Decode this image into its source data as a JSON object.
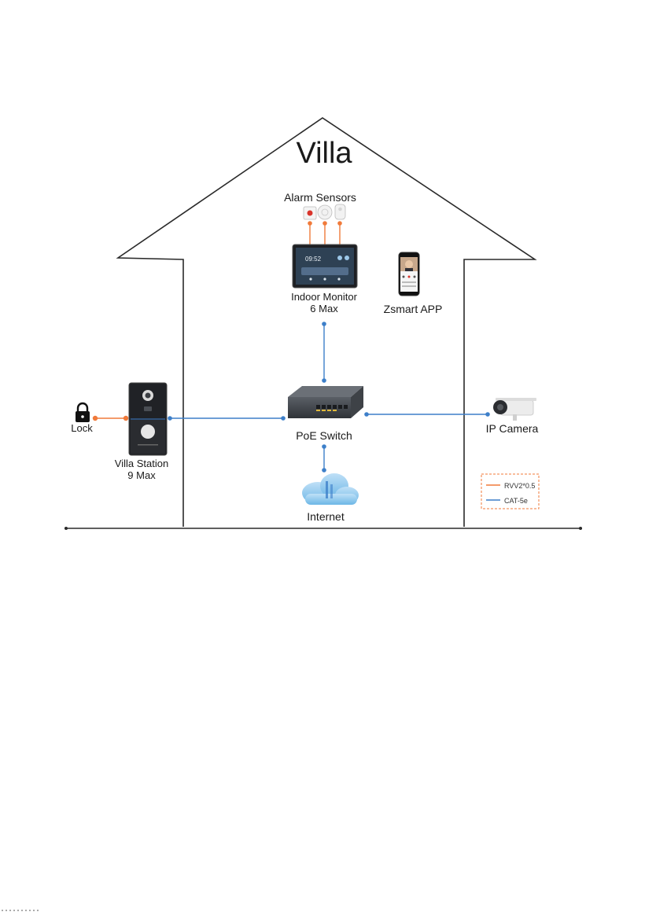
{
  "title": "Villa",
  "devices": {
    "alarm_sensors": {
      "label": "Alarm Sensors"
    },
    "indoor_monitor": {
      "label_line1": "Indoor Monitor",
      "label_line2": "6 Max",
      "screen_time": "09:52"
    },
    "app": {
      "label": "Zsmart APP"
    },
    "poe_switch": {
      "label": "PoE Switch"
    },
    "villa_station": {
      "label_line1": "Villa Station",
      "label_line2": "9 Max"
    },
    "lock": {
      "label": "Lock"
    },
    "ip_camera": {
      "label": "IP Camera"
    },
    "internet": {
      "label": "Internet"
    }
  },
  "legend": {
    "items": [
      {
        "label": "RVV2*0.5",
        "color": "#f07a3a"
      },
      {
        "label": "CAT-5e",
        "color": "#3d7fc9"
      }
    ],
    "border_color": "#f07a3a"
  },
  "colors": {
    "rvv": "#f07a3a",
    "cat5e": "#3d7fc9",
    "outline": "#2a2a2a"
  },
  "icons": {
    "lock": "padlock-icon",
    "camera": "bullet-camera-icon",
    "cloud": "cloud-icon",
    "switch": "network-switch-icon",
    "phone": "smartphone-icon"
  }
}
